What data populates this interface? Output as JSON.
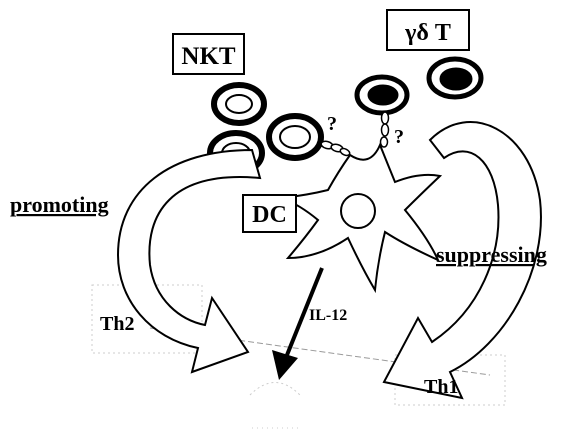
{
  "labels": {
    "nkt": "NKT",
    "gamma_delta_t": "γδ T",
    "dc": "DC",
    "promoting": "promoting",
    "suppressing": "suppressing",
    "th2": "Th2",
    "th1": "Th1",
    "il12": "IL-12",
    "question_left": "?",
    "question_right": "?"
  },
  "colors": {
    "ink": "#000000",
    "paper": "#ffffff",
    "faint": "#c8c8c8"
  }
}
